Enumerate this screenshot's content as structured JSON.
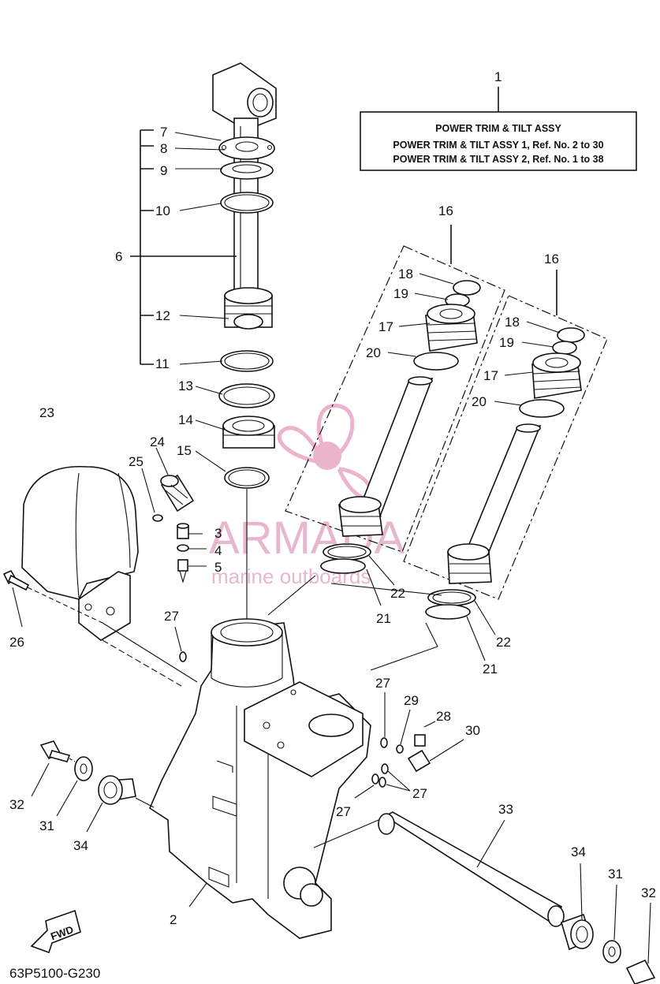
{
  "title_box": {
    "line1": "POWER TRIM & TILT ASSY",
    "line2": "POWER TRIM & TILT ASSY 1,  Ref. No. 2 to 30",
    "line3": "POWER TRIM & TILT ASSY 2,  Ref. No. 1 to 38"
  },
  "watermark": {
    "brand": "ARMADA",
    "tagline": "marine outboards",
    "color": "#e8a6c4"
  },
  "direction_label": "FWD",
  "diagram_code": "63P5100-G230",
  "ref_numbers": {
    "n1": "1",
    "n2": "2",
    "n3": "3",
    "n4": "4",
    "n5": "5",
    "n6": "6",
    "n7": "7",
    "n8": "8",
    "n9": "9",
    "n10": "10",
    "n11": "11",
    "n12": "12",
    "n13": "13",
    "n14": "14",
    "n15": "15",
    "n16": "16",
    "n17": "17",
    "n18": "18",
    "n19": "19",
    "n20": "20",
    "n21": "21",
    "n22": "22",
    "n23": "23",
    "n24": "24",
    "n25": "25",
    "n26": "26",
    "n27": "27",
    "n28": "28",
    "n29": "29",
    "n30": "30",
    "n31": "31",
    "n32": "32",
    "n33": "33",
    "n34": "34"
  }
}
